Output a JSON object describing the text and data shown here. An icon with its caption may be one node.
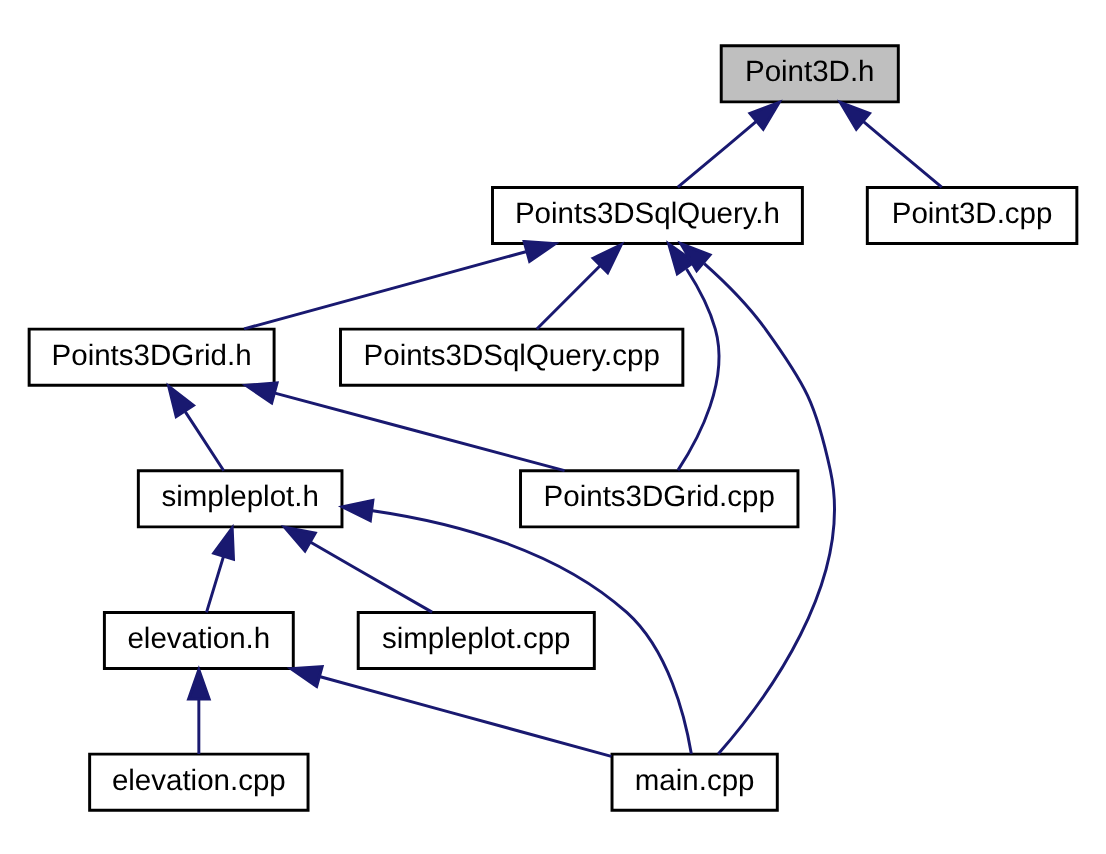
{
  "diagram": {
    "nodes": [
      {
        "text": [
          "Point3D.h"
        ]
      },
      {
        "text": [
          "Points3DSqlQuery.h"
        ]
      },
      {
        "text": [
          "Point3D.cpp"
        ]
      },
      {
        "text": [
          "Points3DGrid.h"
        ]
      },
      {
        "text": [
          "Points3DSqlQuery.cpp"
        ]
      },
      {
        "text": [
          "simpleplot.h"
        ]
      },
      {
        "text": [
          "Points3DGrid.cpp"
        ]
      },
      {
        "text": [
          "elevation.h"
        ]
      },
      {
        "text": [
          "simpleplot.cpp"
        ]
      },
      {
        "text": [
          "elevation.cpp"
        ]
      },
      {
        "text": [
          "main.cpp"
        ]
      }
    ],
    "edges": [
      {
        "from": 1,
        "to": 0,
        "arrow": "to"
      },
      {
        "from": 2,
        "to": 0,
        "arrow": "to"
      },
      {
        "from": 3,
        "to": 1,
        "arrow": "to"
      },
      {
        "from": 6,
        "to": 1,
        "arrow": "to"
      },
      {
        "from": 4,
        "to": 1,
        "arrow": "to"
      },
      {
        "from": 10,
        "to": 1,
        "arrow": "to"
      },
      {
        "from": 5,
        "to": 3,
        "arrow": "to"
      },
      {
        "from": 6,
        "to": 3,
        "arrow": "to"
      },
      {
        "from": 7,
        "to": 5,
        "arrow": "to"
      },
      {
        "from": 10,
        "to": 5,
        "arrow": "to"
      },
      {
        "from": 8,
        "to": 5,
        "arrow": "to"
      },
      {
        "from": 9,
        "to": 7,
        "arrow": "to"
      },
      {
        "from": 10,
        "to": 7,
        "arrow": "to"
      }
    ]
  }
}
